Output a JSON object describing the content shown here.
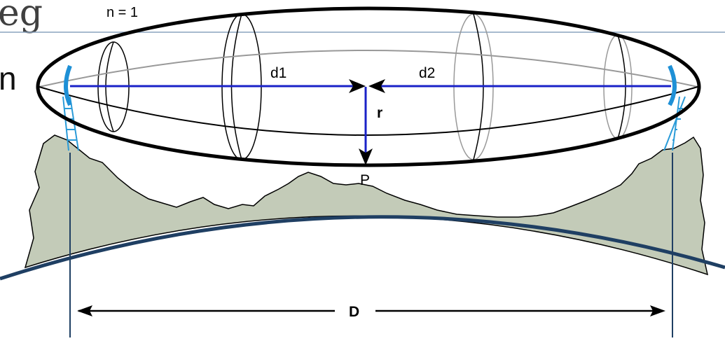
{
  "slide": {
    "title_fragment": "eg",
    "left_fragment": "n",
    "divider_color": "#8aa3bd"
  },
  "diagram": {
    "zone_label": "n = 1",
    "labels": {
      "d1": "d1",
      "d2": "d2",
      "r": "r",
      "p": "P",
      "distance": "D"
    },
    "colors": {
      "ellipsoid_outline": "#000000",
      "ground_fill": "#c3cbb8",
      "ground_stroke": "#000000",
      "earth_curve": "#1f3f63",
      "line_of_sight": "#1a22c8",
      "radius_line": "#1a22c8",
      "antenna": "#1e90d6",
      "tower": "#2a9bd8",
      "inner_sections": "#888888"
    },
    "icons": [
      "antenna-left-icon",
      "antenna-right-icon",
      "tower-left-icon",
      "tower-right-icon"
    ]
  }
}
